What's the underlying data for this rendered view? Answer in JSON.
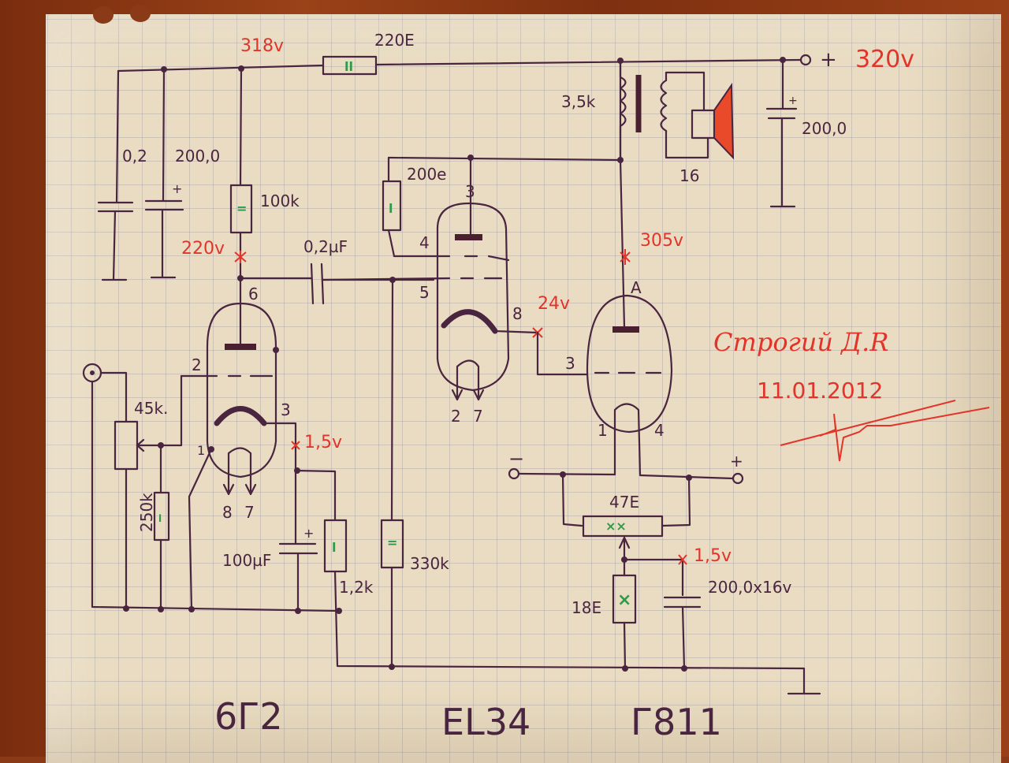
{
  "schematic": {
    "title_tubes": [
      "6Г2",
      "EL34",
      "Г811"
    ],
    "supply": {
      "input_voltage": "318v",
      "output_voltage": "320v",
      "plus_sign": "+",
      "series_resistor": "220E"
    },
    "filter_caps": {
      "c1": "0,2",
      "c2": "200,0",
      "c2_polarity": "+",
      "c3": "200,0",
      "c3_polarity": "+"
    },
    "stage1": {
      "tube": "6Г2",
      "anode_resistor": "100k",
      "anode_voltage": "220v",
      "coupling_cap": "0,2µF",
      "volume_pot": "45k.",
      "grid_resistor": "250k",
      "cathode_cap": "100µF",
      "cathode_cap_polarity": "+",
      "cathode_resistor": "1,2k",
      "cathode_voltage": "1,5v",
      "pins": {
        "anode": "6",
        "grid": "2",
        "cathode": "3",
        "heater_ref": "1",
        "heater_a": "8",
        "heater_b": "7"
      }
    },
    "stage2": {
      "tube": "EL34",
      "screen_resistor": "200e",
      "grid_resistor": "330k",
      "cathode_voltage": "24v",
      "pins": {
        "anode": "3",
        "screen": "4",
        "grid": "5",
        "cathode": "8",
        "heater_a": "2",
        "heater_b": "7"
      }
    },
    "stage3": {
      "tube": "Г811",
      "transformer_primary": "3,5k",
      "speaker_impedance": "16",
      "anode_voltage": "305v",
      "filament_pot": "47E",
      "bias_resistor": "18E",
      "bias_voltage": "1,5v",
      "bias_cap": "200,0x16v",
      "filament_minus": "−",
      "filament_plus": "+",
      "pins": {
        "anode": "A",
        "grid": "3",
        "filament_a": "1",
        "filament_b": "4"
      }
    },
    "resistor_marks": {
      "r220": "ll",
      "r100k": "=",
      "r200e": "l",
      "r250k": "l",
      "r12k": "l",
      "r330k": "=",
      "r47": "××",
      "r18": "×"
    },
    "signature": {
      "text": "Строгий Д.R",
      "date": "11.01.2012"
    }
  }
}
